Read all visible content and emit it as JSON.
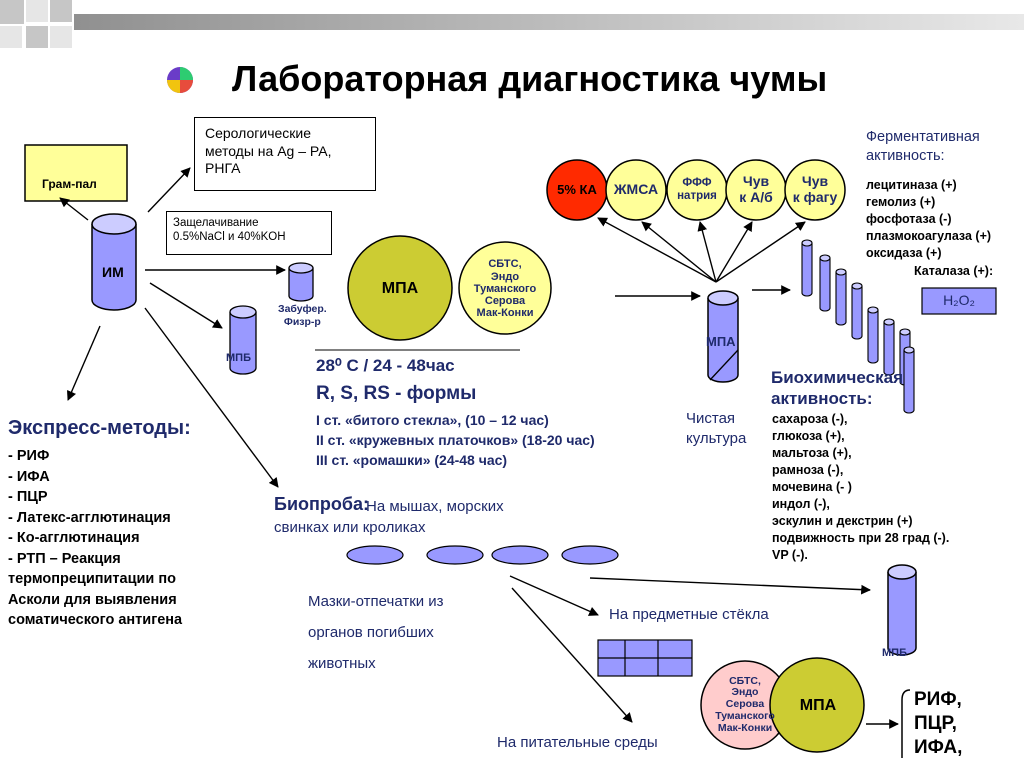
{
  "title": "Лабораторная диагностика чумы",
  "colors": {
    "tube": "#9999ff",
    "yellow": "#ffff99",
    "olive": "#cccc33",
    "red": "#ff2a00",
    "pink": "#ffcccc",
    "navy": "#1f2a6b",
    "header_gray": "#b0b0b0"
  },
  "im": {
    "label": "ИМ"
  },
  "gram": {
    "label": "Грам-пал"
  },
  "serology": {
    "lines": [
      "Серологические",
      "методы на Ag – РА,",
      "РНГА"
    ]
  },
  "heating": {
    "lines": [
      "Защелачивание",
      "0.5%NaCl и 40%KOH"
    ]
  },
  "buffer": {
    "lines": [
      "Забуфер.",
      "Физр-р"
    ]
  },
  "mpb_left": {
    "label": "МПБ"
  },
  "mpa_top": {
    "label": "МПА"
  },
  "sbts_top": {
    "lines": [
      "СБТС,",
      "Эндо",
      "Туманского",
      "Серова",
      "Мак-Конки"
    ]
  },
  "growth": {
    "line1": "28⁰ С / 24 - 48час",
    "line2": "R, S, RS - формы",
    "stages": [
      "I ст. «битого стекла», (10 – 12 час)",
      "II ст. «кружевных платочков» (18-20 час)",
      "III ст. «ромашки» (24-48 час)"
    ]
  },
  "express": {
    "header": "Экспресс-методы:",
    "items": [
      "- РИФ",
      "- ИФА",
      "- ПЦР",
      "- Латекс-агглютинация",
      "- Ко-агглютинация",
      "- РТП – Реакция",
      "термопреципитации по",
      "Асколи для выявления",
      "соматического антигена"
    ]
  },
  "bioassay": {
    "title": "Биопроба:",
    "line1": "На мышах, морских",
    "line2": "свинках или кроликах"
  },
  "smears": {
    "lines": [
      "Мазки-отпечатки из",
      "органов погибших",
      "животных"
    ]
  },
  "slides": {
    "label": "На предметные стёкла"
  },
  "media": {
    "label": "На питательные среды"
  },
  "mpa_bottom": {
    "label": "МПА"
  },
  "sbts_bottom": {
    "lines": [
      "СБТС,",
      "Эндо",
      "Серова",
      "Туманского",
      "Мак-Конки"
    ]
  },
  "rif_final": {
    "lines": [
      "РИФ,",
      "ПЦР,",
      "ИФА,"
    ]
  },
  "pure_culture": {
    "tube_label": "МПА",
    "lines": [
      "Чистая",
      "культура"
    ]
  },
  "top_circles": [
    {
      "lines": [
        "5% КА"
      ]
    },
    {
      "lines": [
        "ЖМСА"
      ]
    },
    {
      "lines": [
        "ФФФ",
        "натрия"
      ]
    },
    {
      "lines": [
        "Чув",
        "к А/б"
      ]
    },
    {
      "lines": [
        "Чув",
        "к фагу"
      ]
    }
  ],
  "enzyme": {
    "header": [
      "Ферментативная",
      "активность:"
    ],
    "items": [
      "лецитиназа (+)",
      "гемолиз (+)",
      "фосфотаза (-)",
      "плазмокоагулаза (+)",
      "оксидаза (+)",
      "Каталаза (+):"
    ],
    "h2o2": "H₂O₂"
  },
  "biochem": {
    "header": [
      "Биохимическая",
      "активность:"
    ],
    "items": [
      "сахароза (-),",
      "глюкоза (+),",
      "мальтоза (+),",
      "рамноза (-),",
      "мочевина (- )",
      "индол  (-),",
      "эскулин и декстрин (+)",
      "подвижность при 28 град (-).",
      "VP  (-)."
    ]
  },
  "mpb_right": {
    "label": "МПБ"
  }
}
